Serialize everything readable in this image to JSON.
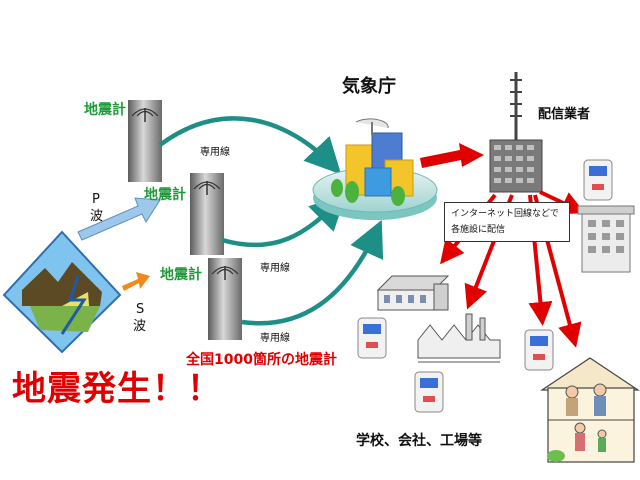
{
  "seismometers": [
    {
      "label": "地震計"
    },
    {
      "label": "地震計"
    },
    {
      "label": "地震計"
    }
  ],
  "dedicated_line_labels": [
    "専用線",
    "専用線",
    "専用線"
  ],
  "jma_label": "気象庁",
  "distributor_label": "配信業者",
  "internet_note": {
    "line1": "インターネット回線などで",
    "line2": "各施設に配信"
  },
  "p_wave": {
    "letter": "P",
    "kanji": "波"
  },
  "s_wave": {
    "letter": "S",
    "kanji": "波"
  },
  "nationwide_label": "全国1000箇所の地震計",
  "earthquake_label": "地震発生！！",
  "destinations_label": "学校、会社、工場等",
  "colors": {
    "arrow_teal": "#1e8f86",
    "arrow_red": "#e00000",
    "label_green": "#1f9a3a",
    "wave_arrow_blue": "#9cc8ec",
    "wave_arrow_orange": "#f08a1c"
  }
}
